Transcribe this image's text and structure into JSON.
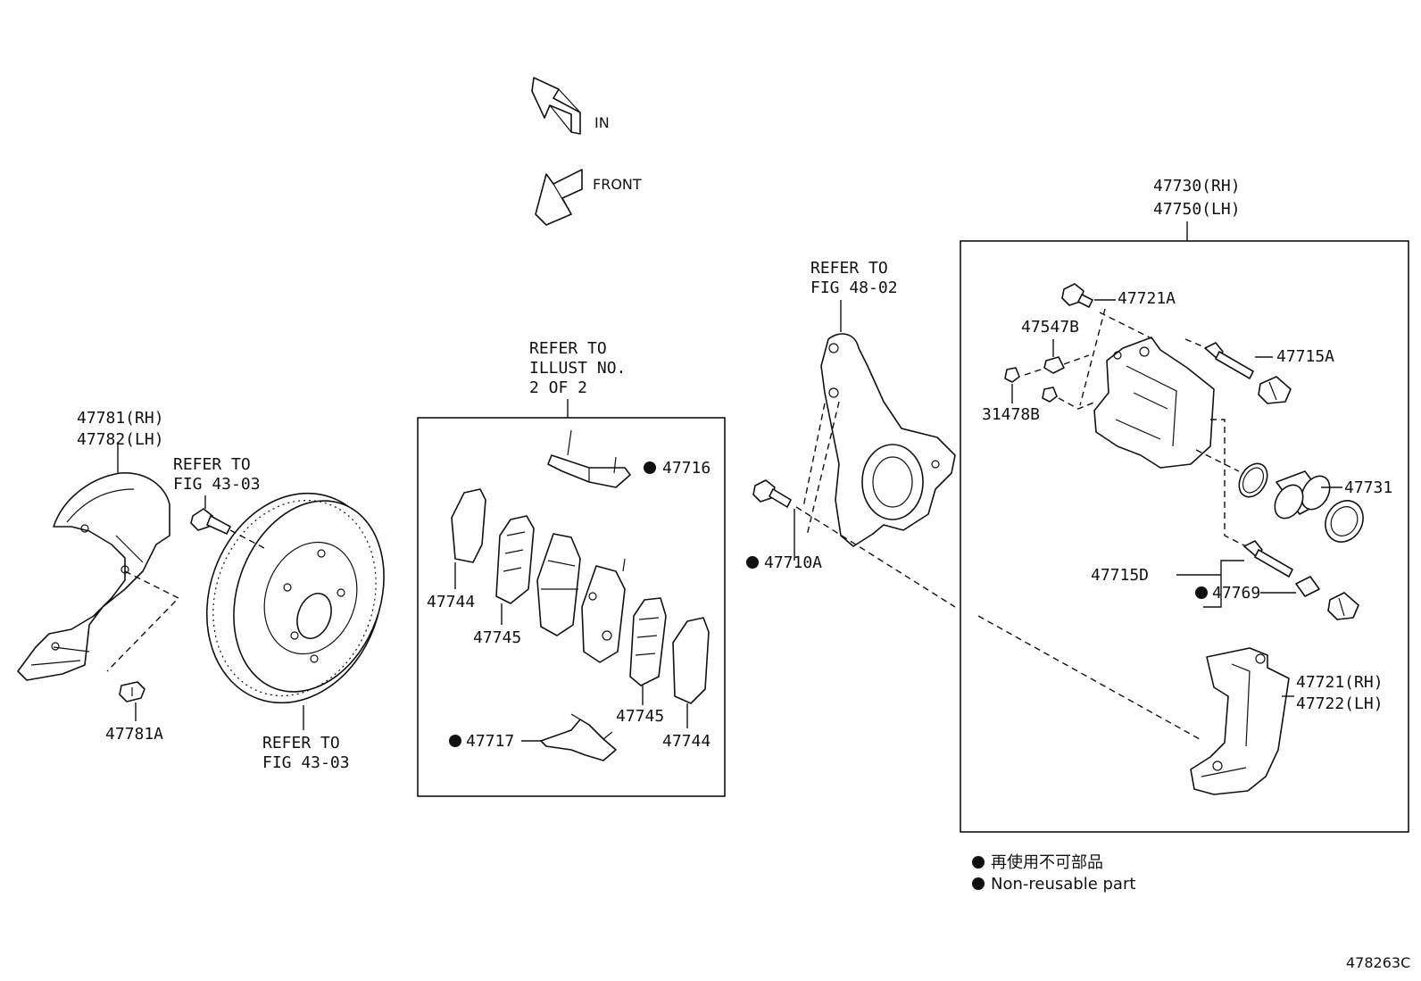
{
  "arrows": {
    "in_label": "IN",
    "front_label": "FRONT"
  },
  "legend": {
    "line1": "再使用不可部品",
    "line2": "Non-reusable part"
  },
  "figure_id": "478263C",
  "labels": {
    "caliper_rh": "47730(RH)",
    "caliper_lh": "47750(LH)",
    "p47721A": "47721A",
    "p47547B": "47547B",
    "p47715A": "47715A",
    "p31478B": "31478B",
    "p47731": "47731",
    "p47715D": "47715D",
    "p47769": "47769",
    "p47721_rh": "47721(RH)",
    "p47722_lh": "47722(LH)",
    "p47710A": "47710A",
    "p47781_rh": "47781(RH)",
    "p47782_lh": "47782(LH)",
    "p47781A": "47781A",
    "p47716": "47716",
    "p47717": "47717",
    "p47744_left": "47744",
    "p47745_left": "47745",
    "p47745_right": "47745",
    "p47744_right": "47744"
  },
  "refs": {
    "fig4802_l1": "REFER TO",
    "fig4802_l2": "FIG 48-02",
    "illust_l1": "REFER TO",
    "illust_l2": "ILLUST NO.",
    "illust_l3": "2 OF 2",
    "fig4303a_l1": "REFER TO",
    "fig4303a_l2": "FIG 43-03",
    "fig4303b_l1": "REFER TO",
    "fig4303b_l2": "FIG 43-03"
  }
}
